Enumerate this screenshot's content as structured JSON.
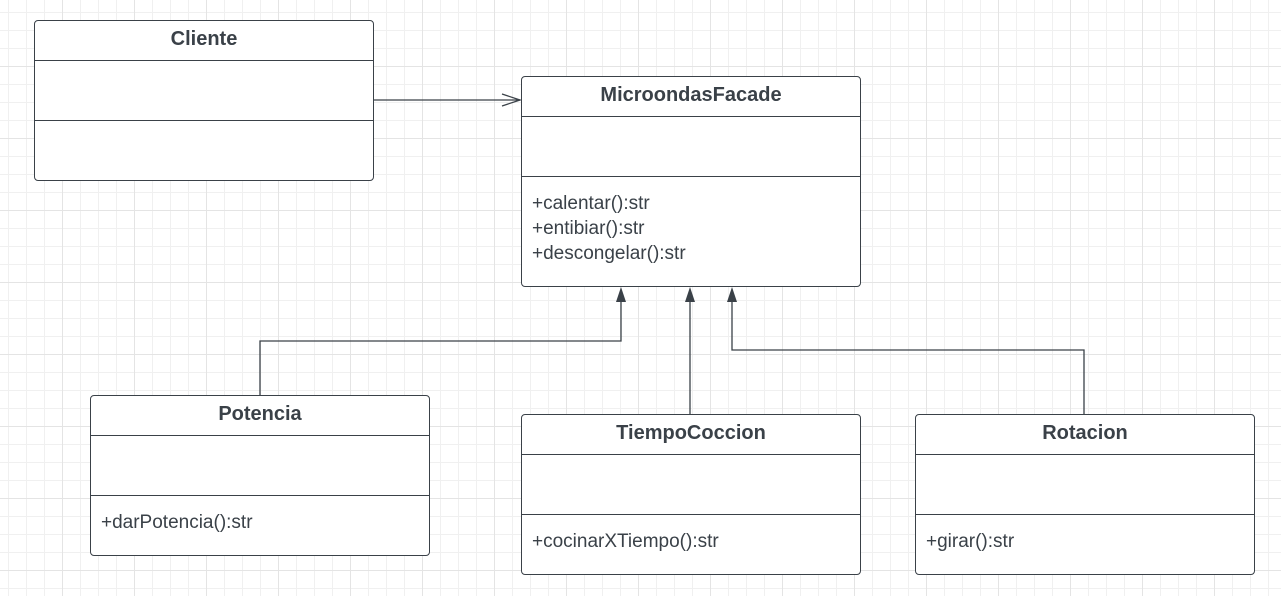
{
  "diagram": {
    "classes": [
      {
        "id": "cliente",
        "name": "Cliente",
        "attributes": [],
        "methods": []
      },
      {
        "id": "facade",
        "name": "MicroondasFacade",
        "attributes": [],
        "methods": [
          "+calentar():str",
          "+entibiar():str",
          "+descongelar():str"
        ]
      },
      {
        "id": "potencia",
        "name": "Potencia",
        "attributes": [],
        "methods": [
          "+darPotencia():str"
        ]
      },
      {
        "id": "tiempo",
        "name": "TiempoCoccion",
        "attributes": [],
        "methods": [
          "+cocinarXTiempo():str"
        ]
      },
      {
        "id": "rotacion",
        "name": "Rotacion",
        "attributes": [],
        "methods": [
          "+girar():str"
        ]
      }
    ],
    "relations": [
      {
        "from": "Cliente",
        "to": "MicroondasFacade",
        "type": "association"
      },
      {
        "from": "Potencia",
        "to": "MicroondasFacade",
        "type": "dependency-filled-arrow"
      },
      {
        "from": "TiempoCoccion",
        "to": "MicroondasFacade",
        "type": "dependency-filled-arrow"
      },
      {
        "from": "Rotacion",
        "to": "MicroondasFacade",
        "type": "dependency-filled-arrow"
      }
    ],
    "colors": {
      "stroke": "#3a4148",
      "grid": "#e4e4e4",
      "background": "#ffffff"
    }
  }
}
